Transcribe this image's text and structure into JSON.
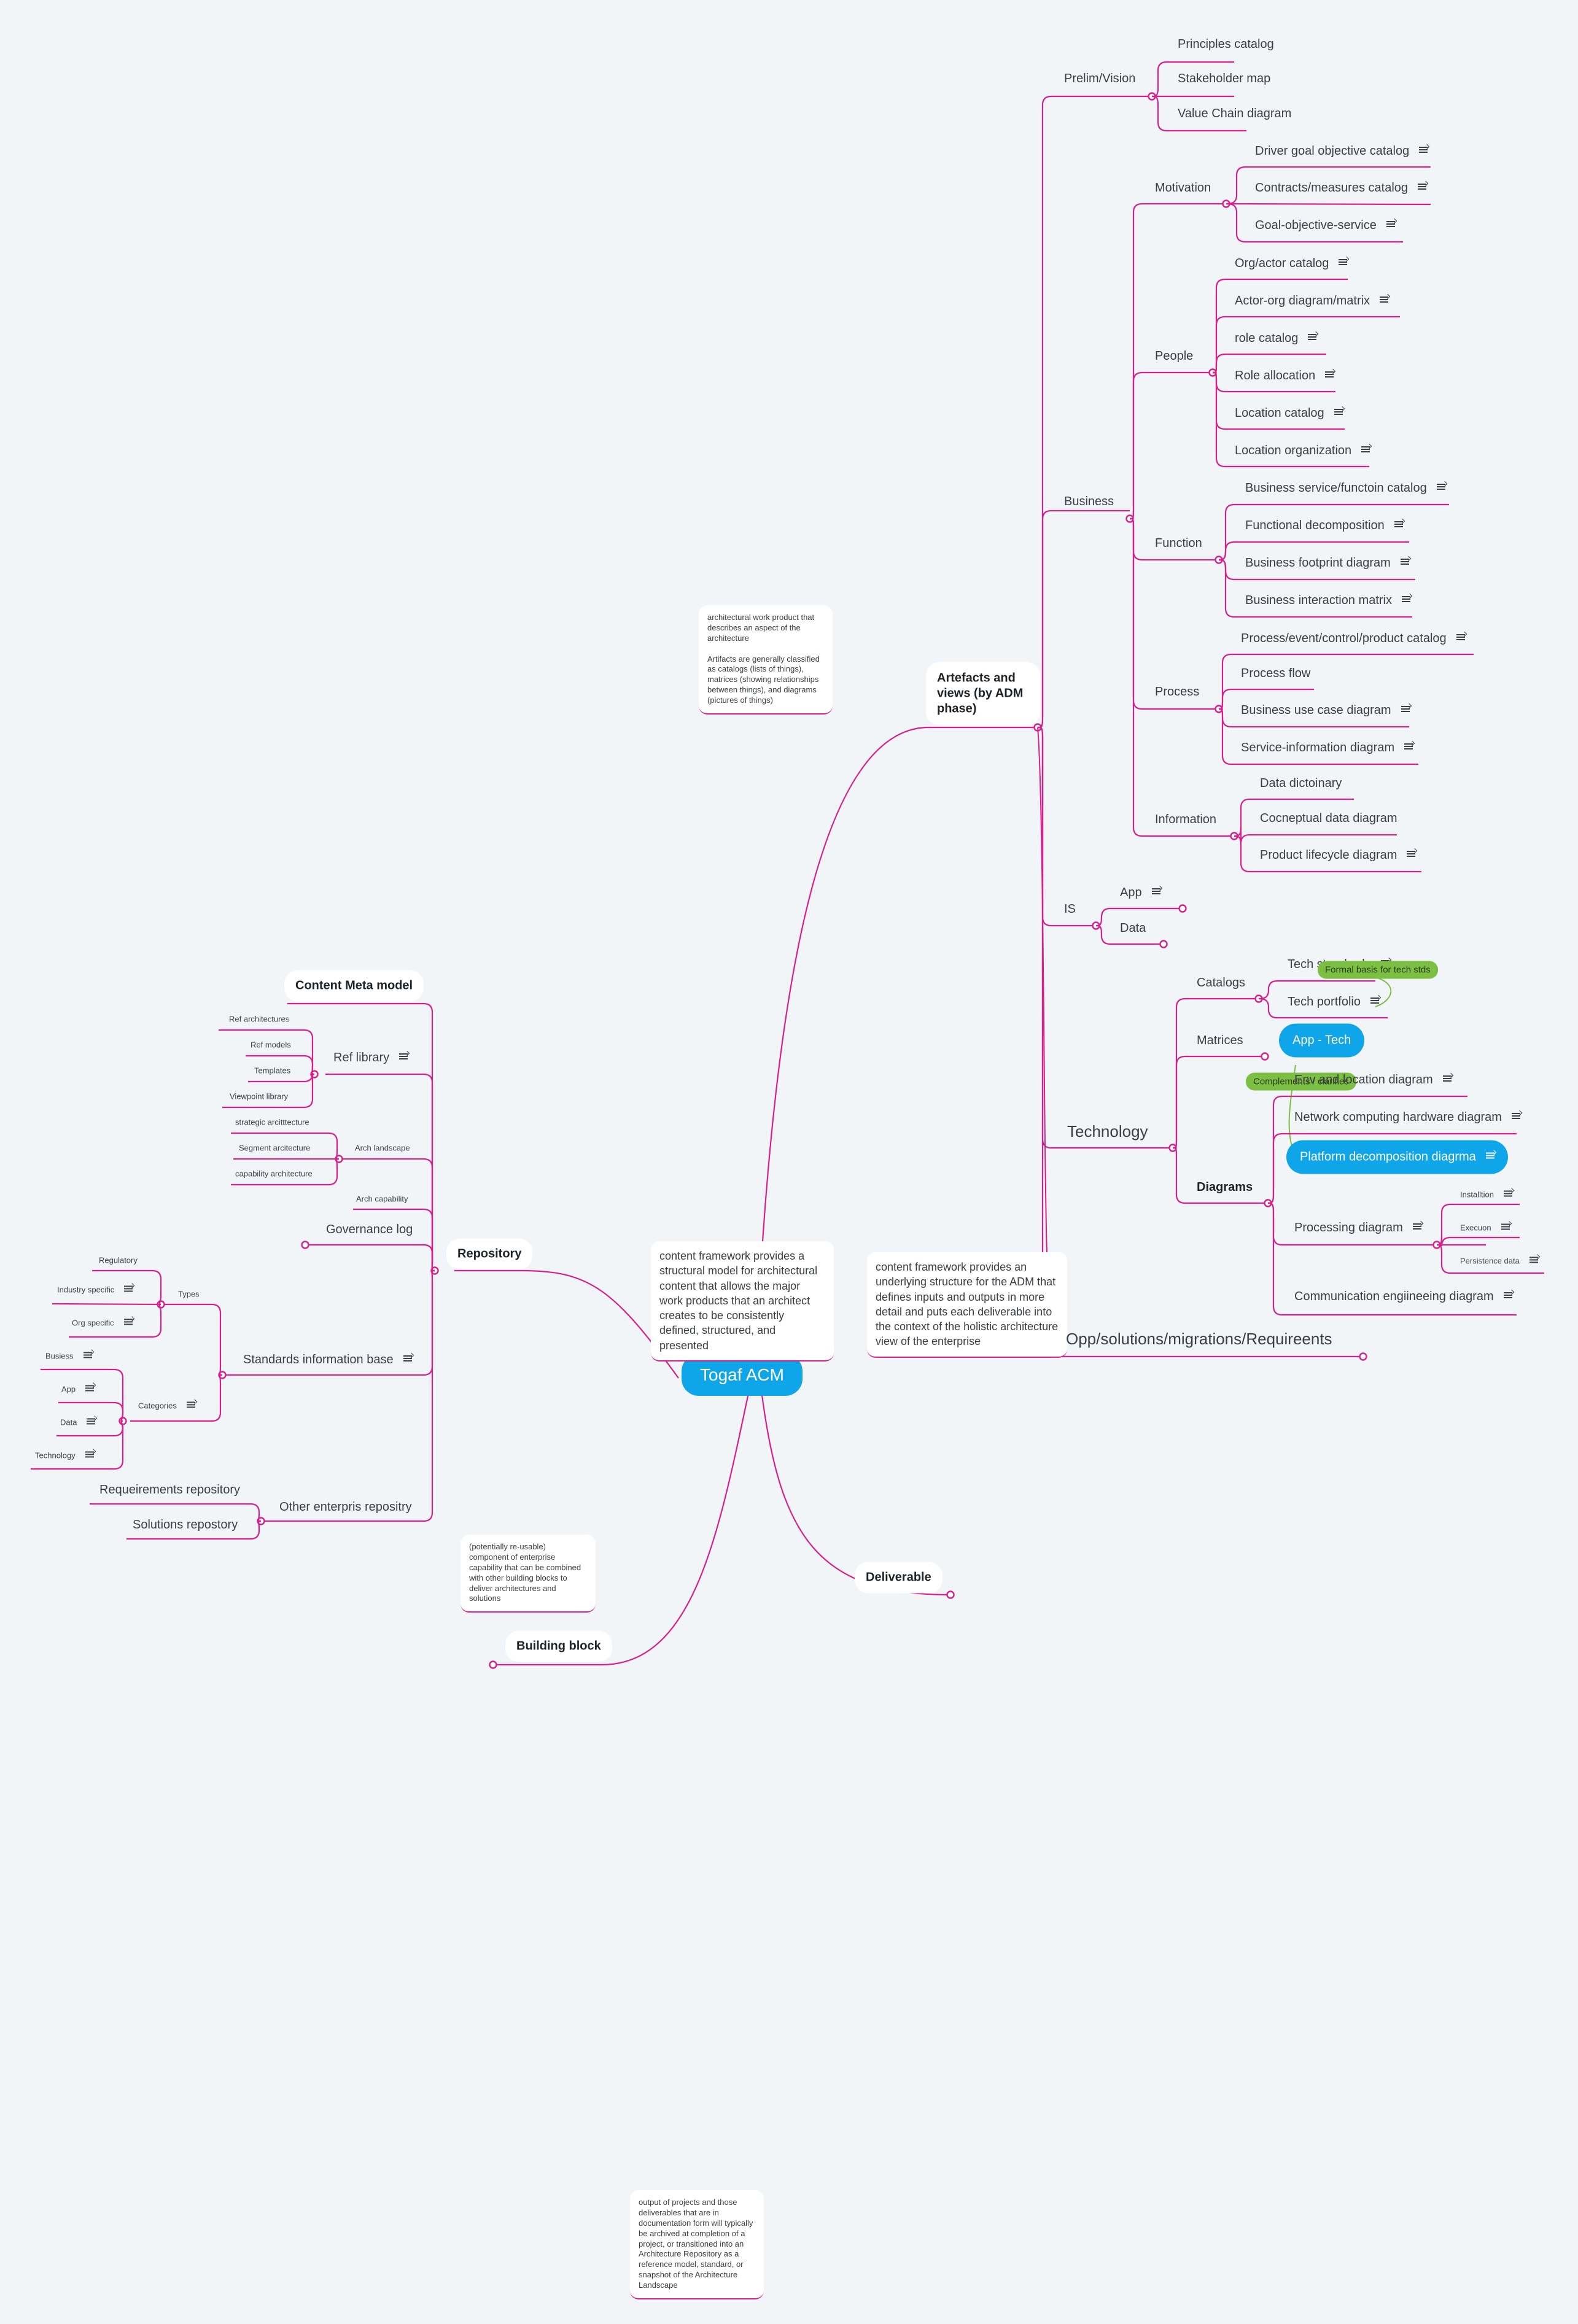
{
  "central": {
    "title": "Togaf ACM"
  },
  "colors": {
    "branch": "#d7208d",
    "accent": "#0ea5e9",
    "tag": "#7bc043",
    "background": "#f1f5f8"
  },
  "icons": {
    "note": "note-icon",
    "collapse": "collapse-circle-icon"
  },
  "notes": {
    "content_framework": "content framework provides a structural model for architectural content that allows the major work products that an architect creates to be consistently defined, structured, and presented",
    "content_framework_adm": "content framework provides an underlying structure for the ADM that defines inputs and outputs in more detail and puts each deliverable into the context of the holistic architecture view of the enterprise",
    "artefact_definition": "architectural work product that describes an aspect of the architecture\n\nArtifacts are generally classified as catalogs (lists of things), matrices (showing relationships between things), and diagrams (pictures of things)",
    "building_block_definition": "(potentially re-usable) component of enterprise capability that can be combined with other building blocks to deliver architectures and solutions",
    "deliverable_definition": "output of projects and those deliverables that are in documentation form will typically be archived at completion of a project, or transitioned into an Architecture Repository as a reference model, standard, or snapshot of the Architecture Landscape"
  },
  "artefacts": {
    "label": "Artefacts and views (by ADM phase)",
    "prelim": {
      "label": "Prelim/Vision",
      "items": [
        "Principles catalog",
        "Stakeholder map",
        "Value Chain diagram"
      ]
    },
    "business": {
      "label": "Business",
      "motivation": {
        "label": "Motivation",
        "items": [
          "Driver goal objective catalog",
          "Contracts/measures catalog",
          "Goal-objective-service"
        ]
      },
      "people": {
        "label": "People",
        "items": [
          "Org/actor catalog",
          "Actor-org diagram/matrix",
          "role catalog",
          "Role allocation",
          "Location catalog",
          "Location organization"
        ]
      },
      "function": {
        "label": "Function",
        "items": [
          "Business service/functoin catalog",
          "Functional decomposition",
          "Business footprint diagram",
          "Business interaction matrix"
        ]
      },
      "process": {
        "label": "Process",
        "items": [
          "Process/event/control/product catalog",
          "Process flow",
          "Business use case diagram",
          "Service-information diagram"
        ]
      },
      "information": {
        "label": "Information",
        "items": [
          "Data dictoinary",
          "Cocneptual data diagram",
          "Product lifecycle diagram"
        ]
      }
    },
    "is": {
      "label": "IS",
      "app": "App",
      "data": "Data"
    },
    "technology": {
      "label": "Technology",
      "catalogs": {
        "label": "Catalogs",
        "items": [
          "Tech standards",
          "Tech portfolio"
        ]
      },
      "matrices": {
        "label": "Matrices"
      },
      "app_tech": "App - Tech",
      "tag_formal": "Formal basis for tech stds",
      "tag_complement": "Complements / clarifies",
      "diagrams": {
        "label": "Diagrams",
        "items": [
          "Env and location diagram",
          "Network computing hardware diagram",
          "Platform decomposition diagrma",
          "Processing diagram",
          "Communication engiineeing diagram"
        ],
        "processing_children": [
          "Installtion",
          "Execuon",
          "Persistence data"
        ]
      }
    },
    "opp": "Opp/solutions/migrations/Requireents"
  },
  "repository": {
    "label": "Repository",
    "meta_model": "Content Meta model",
    "ref_library": {
      "label": "Ref library",
      "items": [
        "Ref architectures",
        "Ref models",
        "Templates",
        "Viewpoint library"
      ]
    },
    "arch_landscape": {
      "label": "Arch landscape",
      "items": [
        "strategic arcitttecture",
        "Segment arcitecture",
        "capability architecture"
      ]
    },
    "arch_capability": "Arch capability",
    "governance_log": "Governance log",
    "standards": {
      "label": "Standards information base",
      "types": {
        "label": "Types",
        "items": [
          "Regulatory",
          "Industry specific",
          "Org specific"
        ]
      },
      "categories": {
        "label": "Categories",
        "items": [
          "Busiess",
          "App",
          "Data",
          "Technology"
        ]
      }
    },
    "other": {
      "label": "Other enterpris repositry",
      "items": [
        "Requeirements repository",
        "Solutions repostory"
      ]
    }
  },
  "deliverable": "Deliverable",
  "building_block": "Building block"
}
